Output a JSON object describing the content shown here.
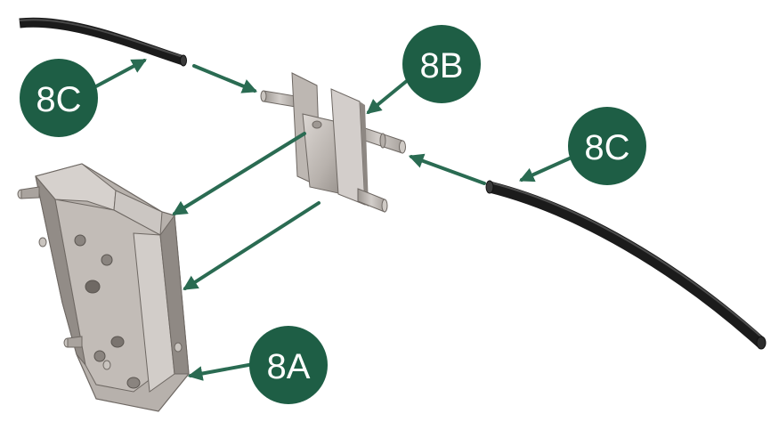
{
  "colors": {
    "callout_fill": "#1e5e45",
    "arrow": "#2a6b52",
    "hose": "#1b1b1b",
    "metal_light": "#cfcac6",
    "metal_mid": "#a9a39e",
    "metal_dark": "#7e7873"
  },
  "callouts": {
    "top_left": "8C",
    "top_center": "8B",
    "right": "8C",
    "bottom": "8A"
  },
  "parts": {
    "hose_left": "black-hose",
    "hose_right": "black-hose",
    "connector": "double-connector",
    "housing": "mounting-housing"
  }
}
